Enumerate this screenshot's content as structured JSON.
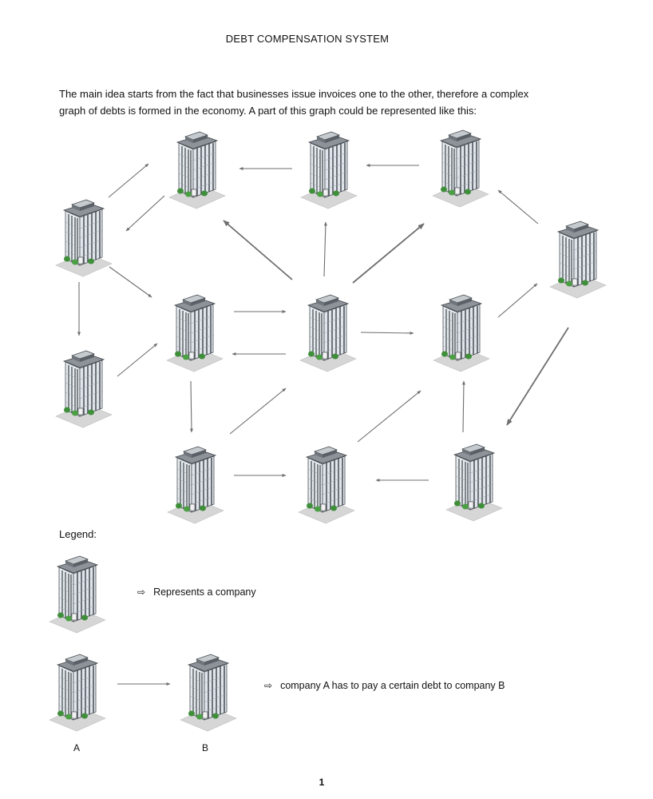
{
  "document": {
    "title": "DEBT COMPENSATION SYSTEM",
    "intro_line1": "The main idea starts from the fact that businesses issue invoices one to the other, therefore a complex",
    "intro_line2": "graph of debts is formed in the economy. A part of this graph could be represented like this:",
    "page_number": "1"
  },
  "legend": {
    "title": "Legend:",
    "company_text": "Represents a company",
    "debt_text": "company A has to pay a certain debt to company B",
    "arrow_symbol": "⇨",
    "label_a": "A",
    "label_b": "B"
  },
  "colors": {
    "arrow": "#6e6e6e",
    "building_dark": "#3c4146",
    "building_glass": "#e9eef3",
    "building_green": "#3f8f3a",
    "base": "#d8d8d8"
  }
}
